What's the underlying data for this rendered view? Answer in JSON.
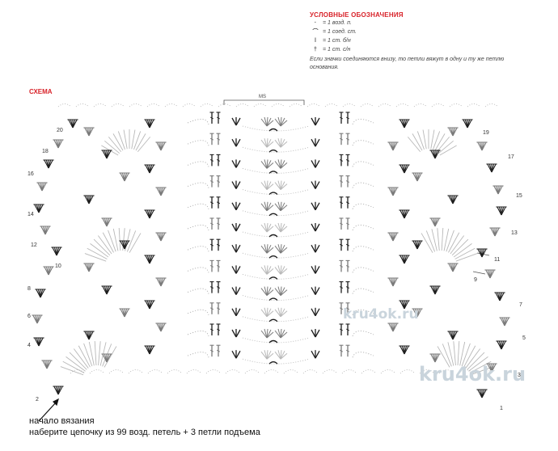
{
  "legend": {
    "title": "УСЛОВНЫЕ ОБОЗНАЧЕНИЯ",
    "items": [
      {
        "symbol": "·",
        "text": "= 1 возд. п."
      },
      {
        "symbol": "⌒",
        "text": "= 1 соед. ст."
      },
      {
        "symbol": "ǀ",
        "text": "= 1 ст. б/н"
      },
      {
        "symbol": "†",
        "text": "= 1 ст. с/н"
      }
    ],
    "note": "Если значки соединяются внизу, то петли вяжут в одну и ту же петлю основания."
  },
  "scheme": {
    "title": "СХЕМА",
    "repeat_label": "MS",
    "left_row_numbers": [
      "20",
      "18",
      "16",
      "14",
      "12",
      "10",
      "8",
      "6",
      "4",
      "2"
    ],
    "right_row_numbers": [
      "19",
      "17",
      "15",
      "13",
      "11",
      "9",
      "7",
      "5",
      "3",
      "1"
    ]
  },
  "watermark": "kru4ok.ru",
  "footer": {
    "start_label": "начало вязания",
    "instruction": "наберите цепочку из 99 возд. петель + 3 петли подъема"
  }
}
